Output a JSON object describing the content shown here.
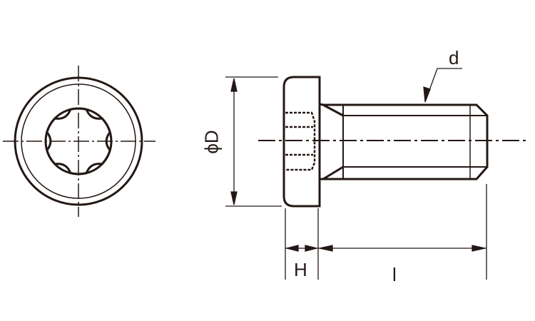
{
  "labels": {
    "d": "d",
    "D": "ϕD",
    "H": "H",
    "l": "l"
  },
  "colors": {
    "line": "#231815",
    "background": "#ffffff"
  }
}
